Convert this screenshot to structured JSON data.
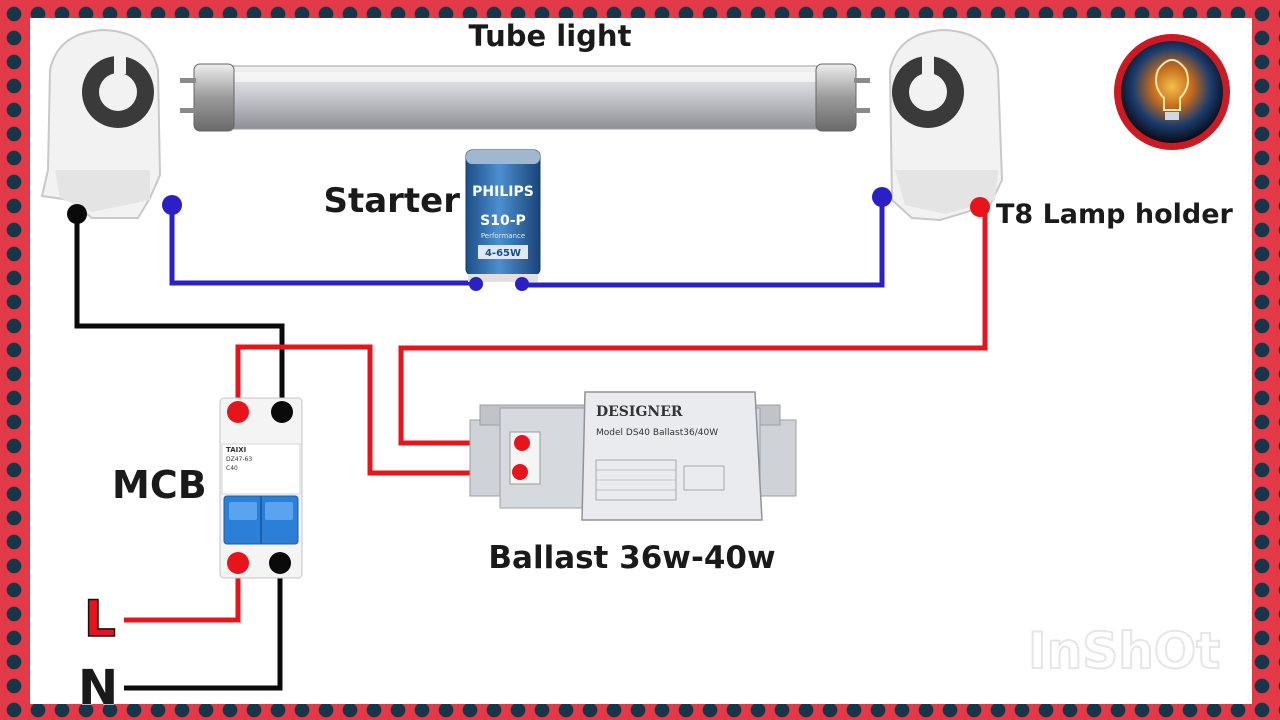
{
  "labels": {
    "tube_light": "Tube light",
    "starter": "Starter",
    "lamp_holder": "T8 Lamp holder",
    "mcb": "MCB",
    "ballast": "Ballast 36w-40w",
    "line": "L",
    "neutral": "N"
  },
  "starter_print": {
    "brand": "PHILIPS",
    "model": "S10-P",
    "sub": "Performance",
    "rating": "4-65W"
  },
  "ballast_print": {
    "brand": "DESIGNER",
    "model_line": "Model DS40   Ballast36/40W"
  },
  "mcb_print": {
    "brand": "TAIXI",
    "model": "DZ47-63",
    "rating": "C40"
  },
  "watermark": "InShOt",
  "colors": {
    "phase_wire": "#e8141c",
    "neutral_wire": "#0a0a0a",
    "lamp_wire": "#2b1fc6",
    "frame": "#e23a46",
    "dots": "#16364a"
  }
}
